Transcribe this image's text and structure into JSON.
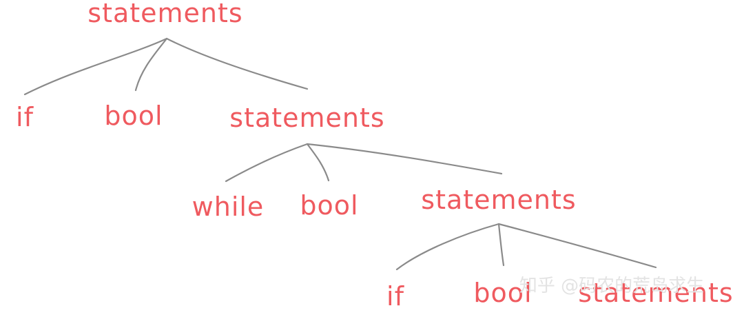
{
  "tree": {
    "level1": {
      "root": "statements",
      "children": [
        "if",
        "bool",
        "statements"
      ]
    },
    "level2": {
      "root": "statements",
      "children": [
        "while",
        "bool",
        "statements"
      ]
    },
    "level3": {
      "root": "statements",
      "children": [
        "if",
        "bool",
        "statements"
      ]
    }
  },
  "watermark": "知乎 @码农的荒岛求生",
  "colors": {
    "label": "#ef5a5f",
    "edge": "#8a8a8a"
  }
}
